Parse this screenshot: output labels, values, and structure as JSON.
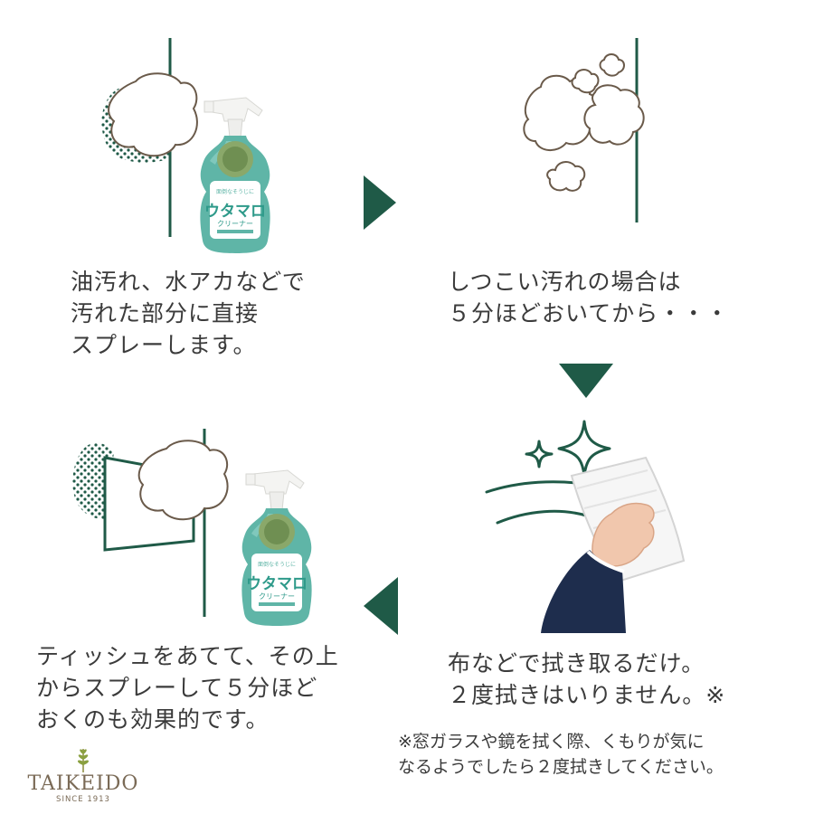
{
  "steps": [
    {
      "lines": [
        "油汚れ、水アカなどで",
        "汚れた部分に直接",
        "スプレーします。"
      ]
    },
    {
      "lines": [
        "しつこい汚れの場合は",
        "５分ほどおいてから・・・"
      ]
    },
    {
      "lines": [
        "布などで拭き取るだけ。",
        "２度拭きはいりません。※"
      ]
    },
    {
      "lines": [
        "ティッシュをあてて、その上",
        "からスプレーして５分ほど",
        "おくのも効果的です。"
      ]
    }
  ],
  "note": {
    "lines": [
      "※窓ガラスや鏡を拭く際、くもりが気に",
      "なるようでしたら２度拭きしてください。"
    ]
  },
  "product": {
    "brand": "ウタマロ",
    "sub": "クリーナー"
  },
  "brand": {
    "name": "TAIKEIDO",
    "since": "SINCE 1913"
  },
  "colors": {
    "accent": "#1f5a47",
    "bottle": "#5fb5a7",
    "text": "#3b3b3b",
    "logo": "#7a6a56"
  },
  "icons": [
    "arrow-right-icon",
    "arrow-down-icon",
    "arrow-left-icon",
    "sparkle-icon",
    "leaf-icon"
  ]
}
